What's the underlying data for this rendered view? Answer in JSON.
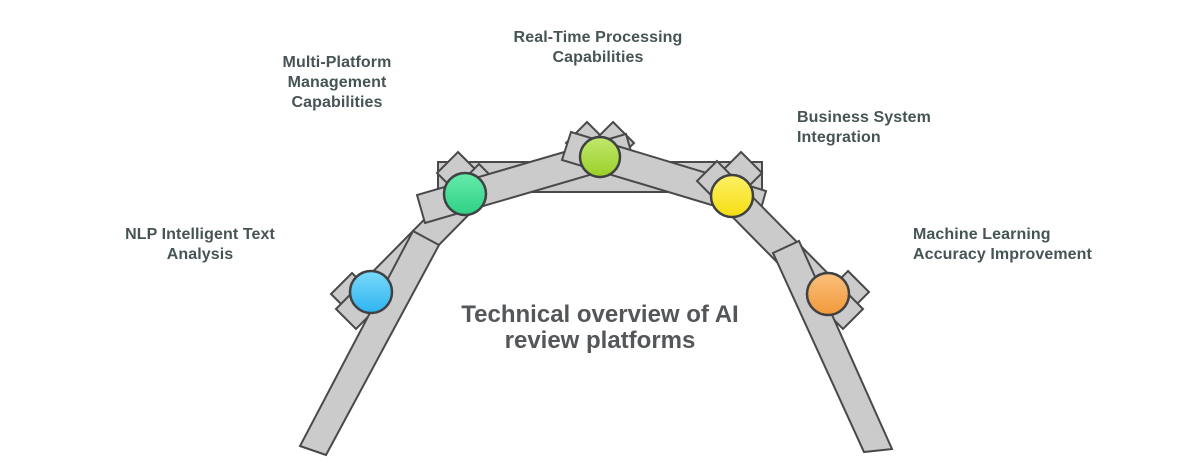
{
  "title": {
    "lines": [
      "Technical overview of AI",
      "review platforms"
    ]
  },
  "nodes": [
    {
      "id": "nlp-intelligent-text-analysis",
      "lines": [
        "NLP Intelligent Text",
        "Analysis"
      ],
      "align": "center",
      "color": "#2eb4f0",
      "color_top": "#7ad9fb",
      "color_bottom": "#2eb4f0"
    },
    {
      "id": "multi-platform-management-capabilities",
      "lines": [
        "Multi-Platform",
        "Management",
        "Capabilities"
      ],
      "align": "center",
      "color": "#2ed186",
      "color_top": "#67eaaa",
      "color_bottom": "#2ed186"
    },
    {
      "id": "real-time-processing-capabilities",
      "lines": [
        "Real-Time Processing",
        "Capabilities"
      ],
      "align": "center",
      "color": "#9ad028",
      "color_top": "#c1e86e",
      "color_bottom": "#9ad028"
    },
    {
      "id": "business-system-integration",
      "lines": [
        "Business System",
        "Integration"
      ],
      "align": "left",
      "color": "#f6de12",
      "color_top": "#fdf066",
      "color_bottom": "#f6de12"
    },
    {
      "id": "machine-learning-accuracy-improvement",
      "lines": [
        "Machine Learning",
        "Accuracy Improvement"
      ],
      "align": "left",
      "color": "#f2993a",
      "color_top": "#fbc07c",
      "color_bottom": "#f2993a"
    }
  ],
  "colors": {
    "background": "#ffffff",
    "beam_fill": "#cbcbcb",
    "beam_stroke": "#47494b",
    "node_stroke": "#3f4142",
    "label_text": "#465456",
    "title_text": "#54575a"
  }
}
